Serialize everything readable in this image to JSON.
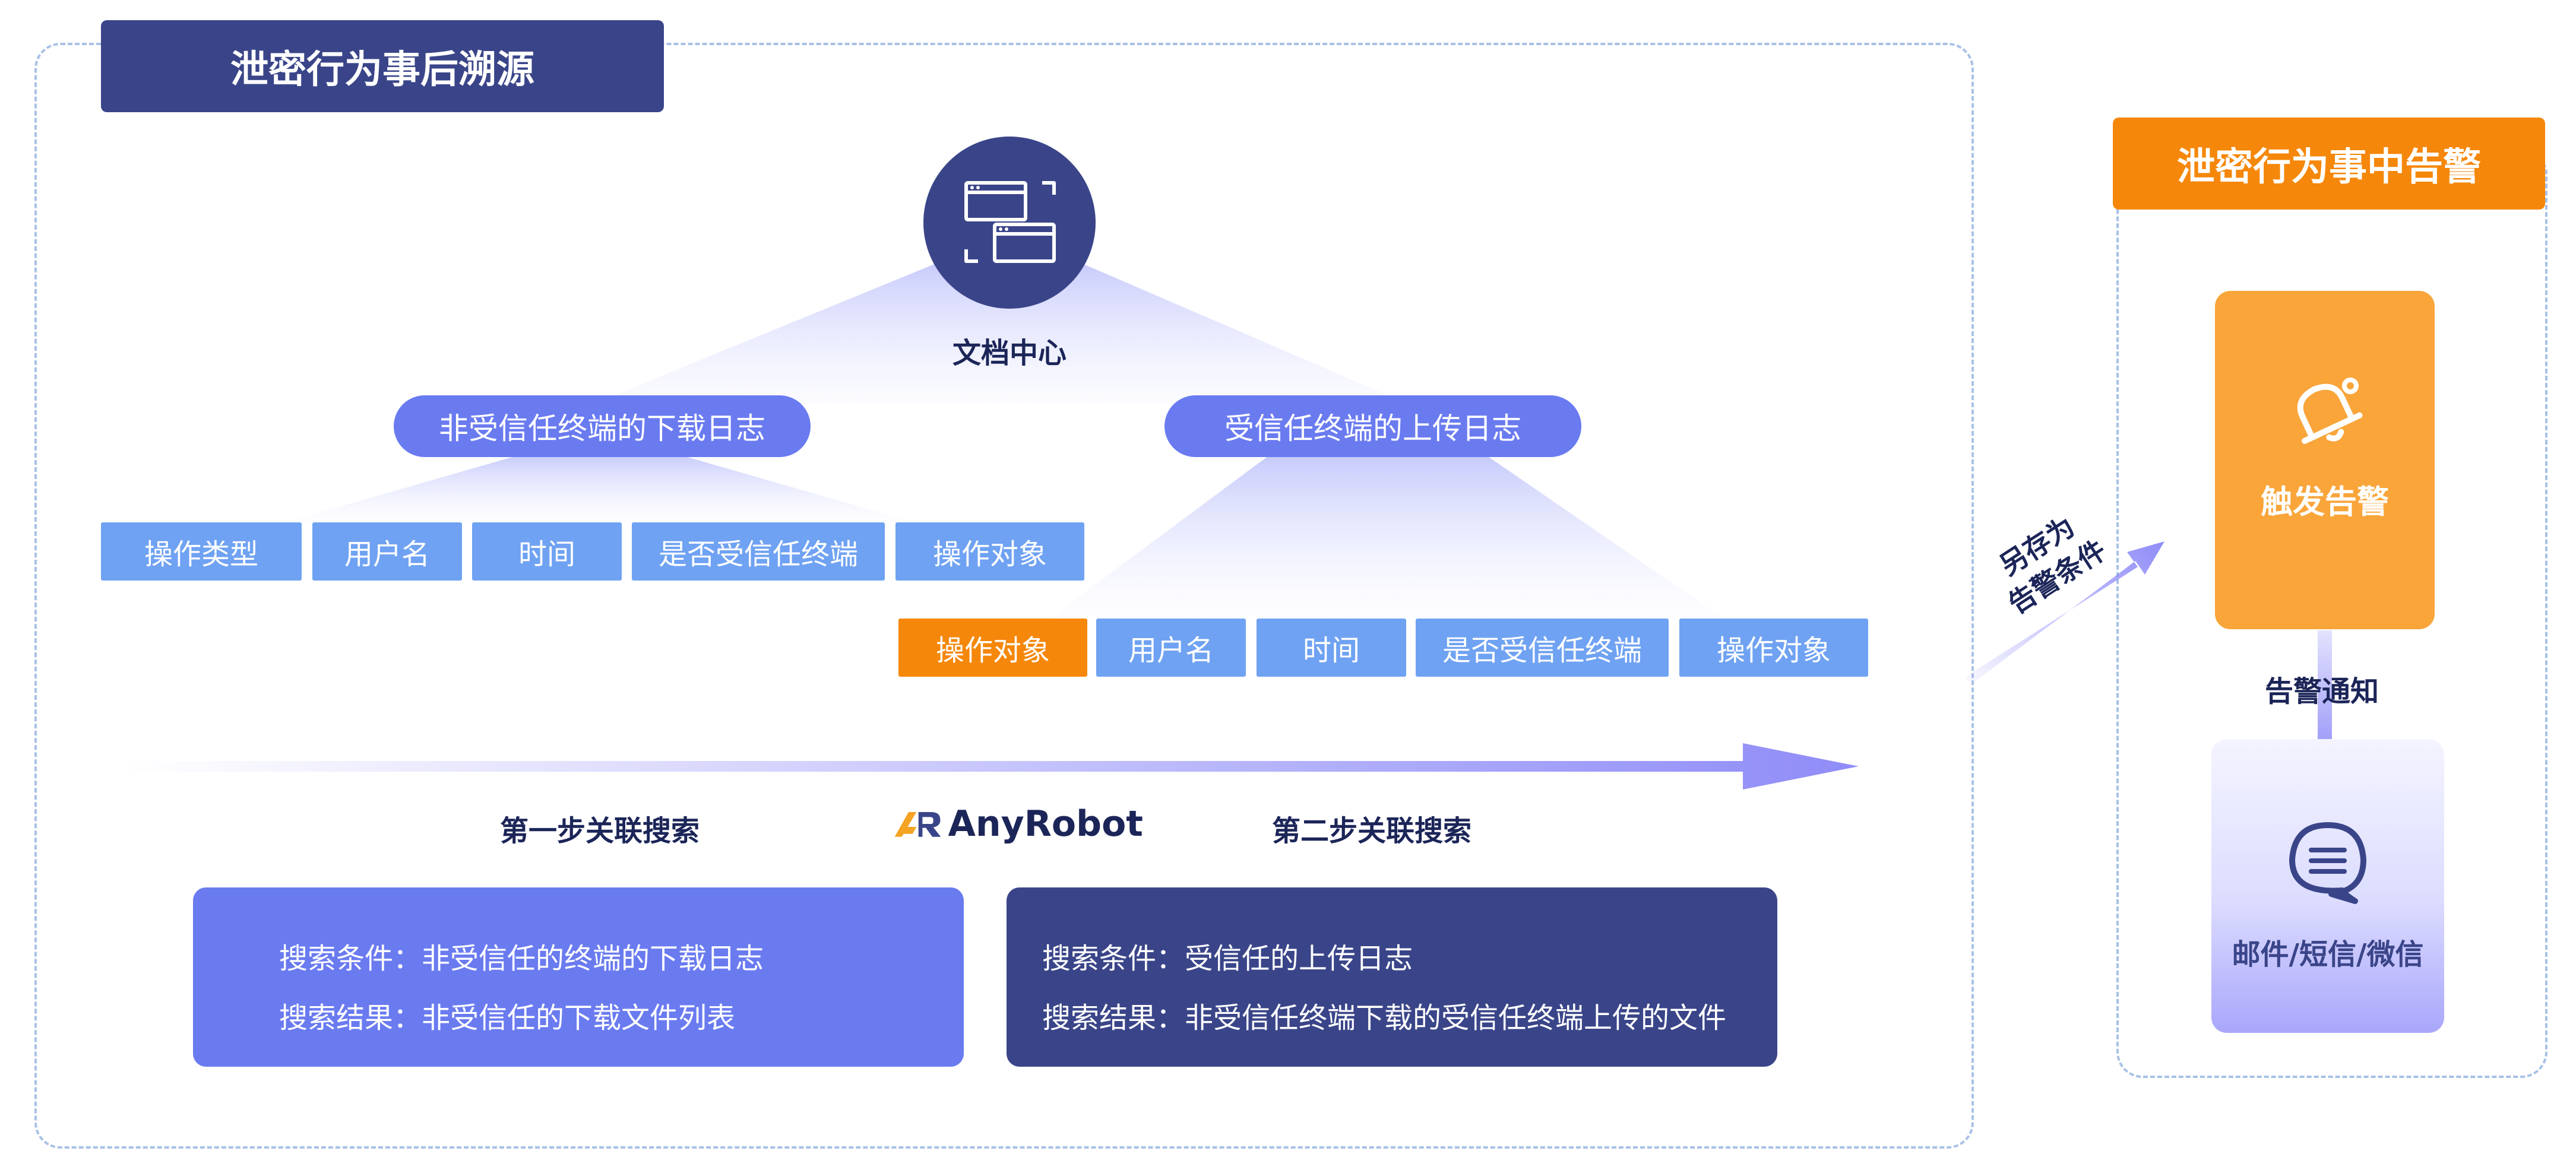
{
  "panel_left": {
    "title": "泄密行为事后溯源"
  },
  "panel_right": {
    "title": "泄密行为事中告警"
  },
  "center_node": {
    "label": "文档中心"
  },
  "branch_left": {
    "label": "非受信任终端的下载日志",
    "fields": [
      "操作类型",
      "用户名",
      "时间",
      "是否受信任终端",
      "操作对象"
    ]
  },
  "branch_right": {
    "label": "受信任终端的上传日志",
    "fields": [
      "操作对象",
      "用户名",
      "时间",
      "是否受信任终端",
      "操作对象"
    ]
  },
  "steps": {
    "step1": "第一步关联搜索",
    "step2": "第二步关联搜索"
  },
  "logo": {
    "text": "AnyRobot"
  },
  "result_left": {
    "condition": "搜索条件：非受信任的终端的下载日志",
    "result": "搜索结果：非受信任的下载文件列表"
  },
  "result_right": {
    "condition": "搜索条件：受信任的上传日志",
    "result": "搜索结果：非受信任终端下载的受信任终端上传的文件"
  },
  "save_as": {
    "line1": "另存为",
    "line2": "告警条件"
  },
  "alert": {
    "trigger_label": "触发告警",
    "notify_label": "告警通知",
    "channels_label": "邮件/短信/微信"
  },
  "colors": {
    "navy": "#3a4589",
    "orange": "#f5870a",
    "light_orange": "#f9a53a",
    "pill_blue": "#6a7bf0",
    "field_blue": "#6fa2f2",
    "box_blue": "#6a7bf0",
    "dashed_border": "#a9c1e6"
  },
  "icons": {
    "center": "folders-icon",
    "alert": "bell-icon",
    "notify": "chat-bubble-icon",
    "logo": "anyrobot-logo"
  }
}
